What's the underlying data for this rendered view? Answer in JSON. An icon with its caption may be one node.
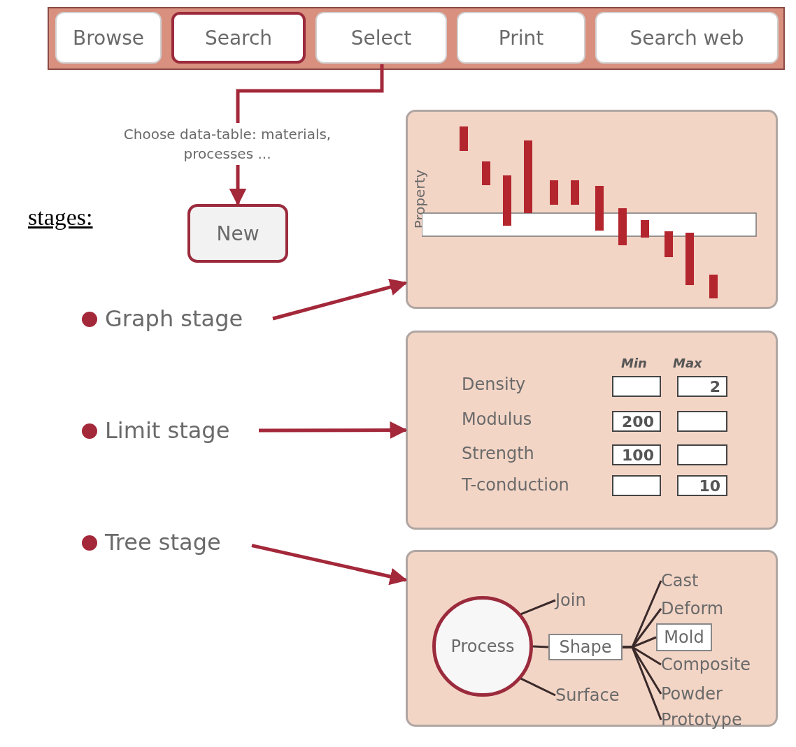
{
  "diagram": {
    "nodes": [
      {
        "text": [],
        "shape": "bar"
      },
      {
        "text": [
          "Browse"
        ],
        "in": 0
      },
      {
        "text": [
          "Search"
        ],
        "in": 0
      },
      {
        "text": [
          "Select"
        ],
        "in": 0
      },
      {
        "text": [
          "Print"
        ],
        "in": 0
      },
      {
        "text": [
          "Search web"
        ],
        "in": 0
      },
      {
        "text": [
          "New"
        ]
      },
      {
        "text": [
          "Graph stage"
        ]
      },
      {
        "text": [
          "Limit stage"
        ]
      },
      {
        "text": [
          "Tree stage"
        ]
      },
      {
        "text": [
          "Property"
        ]
      },
      {
        "text": [
          "Min",
          "Max",
          "Density",
          "Modulus",
          "Strength",
          "T-conduction"
        ]
      },
      {
        "text": [],
        "shape": "box",
        "in": 11
      },
      {
        "text": [
          "2"
        ],
        "in": 11
      },
      {
        "text": [
          "200"
        ],
        "in": 11
      },
      {
        "text": [],
        "shape": "box",
        "in": 11
      },
      {
        "text": [
          "100"
        ],
        "in": 11
      },
      {
        "text": [],
        "shape": "box",
        "in": 11
      },
      {
        "text": [],
        "shape": "box",
        "in": 11
      },
      {
        "text": [
          "10"
        ],
        "in": 11
      },
      {
        "text": [],
        "shape": "box"
      },
      {
        "text": [
          "Process"
        ],
        "in": 20
      },
      {
        "text": [
          "Join"
        ],
        "in": 20
      },
      {
        "text": [
          "Shape"
        ],
        "in": 20
      },
      {
        "text": [
          "Surface"
        ],
        "in": 20
      },
      {
        "text": [
          "Cast"
        ],
        "in": 20
      },
      {
        "text": [
          "Deform"
        ],
        "in": 20
      },
      {
        "text": [
          "Mold"
        ],
        "in": 20
      },
      {
        "text": [
          "Composite"
        ],
        "in": 20
      },
      {
        "text": [
          "Powder"
        ],
        "in": 20
      },
      {
        "text": [
          "Prototype"
        ],
        "in": 20
      }
    ],
    "edges": [
      {
        "from": 3,
        "to": 6,
        "arrow": "to",
        "label": "Choose data-table: materials, processes ...",
        "color": "#a3283a"
      },
      {
        "from": 7,
        "to": 10,
        "arrow": "to",
        "color": "#a3283a"
      },
      {
        "from": 8,
        "to": 11,
        "arrow": "to",
        "color": "#a3283a"
      },
      {
        "from": 9,
        "to": 20,
        "arrow": "to",
        "color": "#a3283a"
      },
      {
        "from": 21,
        "to": 22,
        "arrow": "none"
      },
      {
        "from": 21,
        "to": 23,
        "arrow": "none"
      },
      {
        "from": 21,
        "to": 24,
        "arrow": "none"
      },
      {
        "from": 23,
        "to": 25,
        "arrow": "none"
      },
      {
        "from": 23,
        "to": 26,
        "arrow": "none"
      },
      {
        "from": 23,
        "to": 27,
        "arrow": "none"
      },
      {
        "from": 23,
        "to": 28,
        "arrow": "none"
      },
      {
        "from": 23,
        "to": 29,
        "arrow": "none"
      },
      {
        "from": 23,
        "to": 30,
        "arrow": "none"
      }
    ],
    "labels": [
      "stages:"
    ]
  }
}
